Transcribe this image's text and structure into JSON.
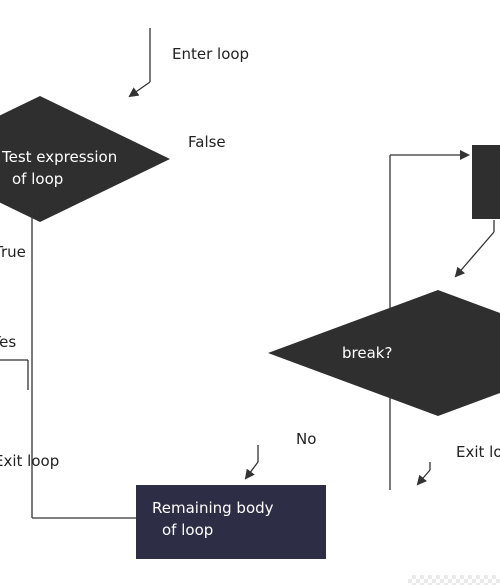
{
  "diagram": {
    "entry_label": "Enter loop",
    "test_expression": {
      "line1": "Test expression",
      "line2": "of loop"
    },
    "false_label": "False",
    "true_label": "True",
    "break_condition": "break?",
    "yes_label": "Yes",
    "no_label": "No",
    "exit_label": "Exit loop",
    "remaining_body": {
      "line1": "Remaining body",
      "line2": "of loop"
    },
    "colors": {
      "shape_fill": "#2f2f2f",
      "box_fill": "#2d2d45",
      "line": "#333333",
      "text": "#222222"
    }
  }
}
